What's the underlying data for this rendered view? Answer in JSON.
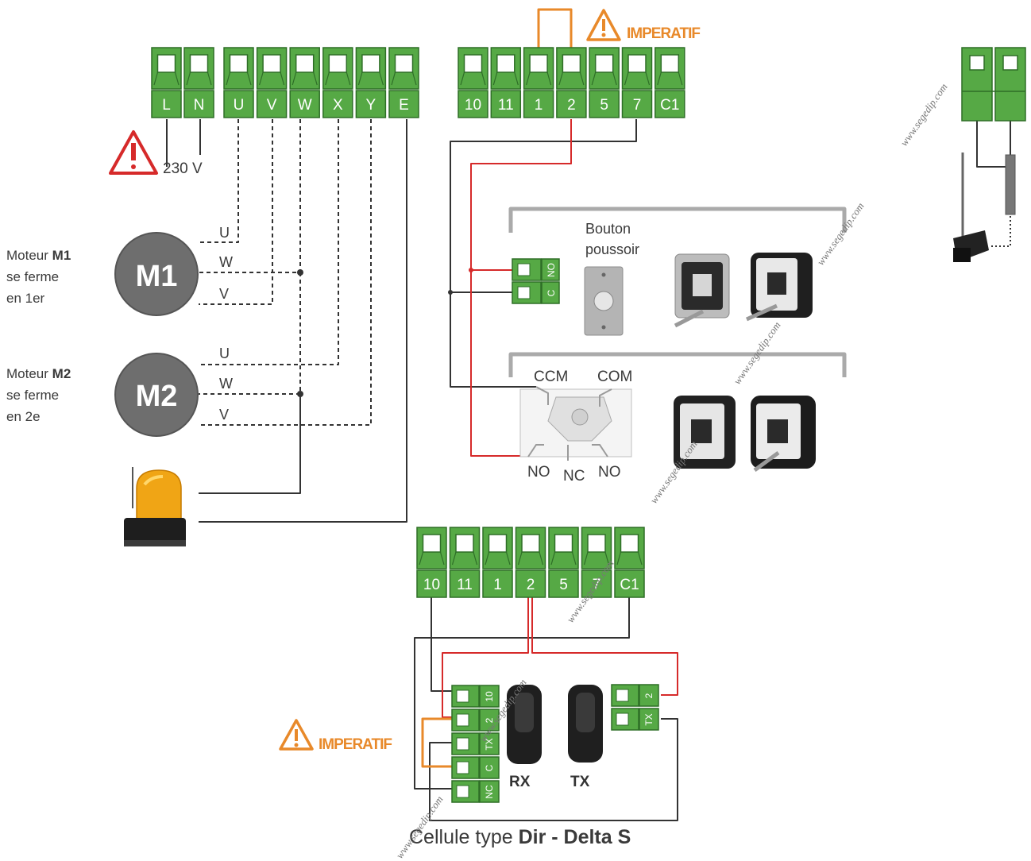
{
  "colors": {
    "terminal_green": "#56a945",
    "terminal_dark": "#2e6e27",
    "wire_black": "#333333",
    "wire_red": "#d62a2a",
    "wire_orange": "#e8892a",
    "motor_grey": "#707070",
    "warning_red": "#d62a2a"
  },
  "power_block": {
    "labels": [
      "L",
      "N"
    ],
    "voltage": "230 V"
  },
  "motor_block": {
    "labels": [
      "U",
      "V",
      "W",
      "X",
      "Y",
      "E"
    ]
  },
  "top_block": {
    "labels": [
      "10",
      "11",
      "1",
      "2",
      "5",
      "7",
      "C1"
    ],
    "warning": "IMPERATIF"
  },
  "motor1": {
    "name": "M1",
    "caption_prefix": "Moteur",
    "caption_bold": "M1",
    "line2": "se ferme",
    "line3": "en 1er",
    "wires": [
      "U",
      "W",
      "V"
    ]
  },
  "motor2": {
    "name": "M2",
    "caption_prefix": "Moteur",
    "caption_bold": "M2",
    "line2": "se ferme",
    "line3": "en 2e",
    "wires": [
      "U",
      "W",
      "V"
    ]
  },
  "push_button": {
    "title_line1": "Bouton",
    "title_line2": "poussoir",
    "terminals": [
      "NO",
      "C"
    ]
  },
  "key_switch": {
    "labels": [
      "CCM",
      "COM",
      "NO",
      "NC",
      "NO"
    ]
  },
  "bottom_block": {
    "labels": [
      "10",
      "11",
      "1",
      "2",
      "5",
      "7",
      "C1"
    ]
  },
  "photocell": {
    "rx_terminals": [
      "10",
      "2",
      "TX",
      "C",
      "NC"
    ],
    "tx_terminals": [
      "2",
      "TX"
    ],
    "rx_label": "RX",
    "tx_label": "TX",
    "warning": "IMPERATIF",
    "caption_prefix": "Cellule type ",
    "caption_bold": "Dir - Delta S"
  },
  "watermark": "www.segedip.com"
}
